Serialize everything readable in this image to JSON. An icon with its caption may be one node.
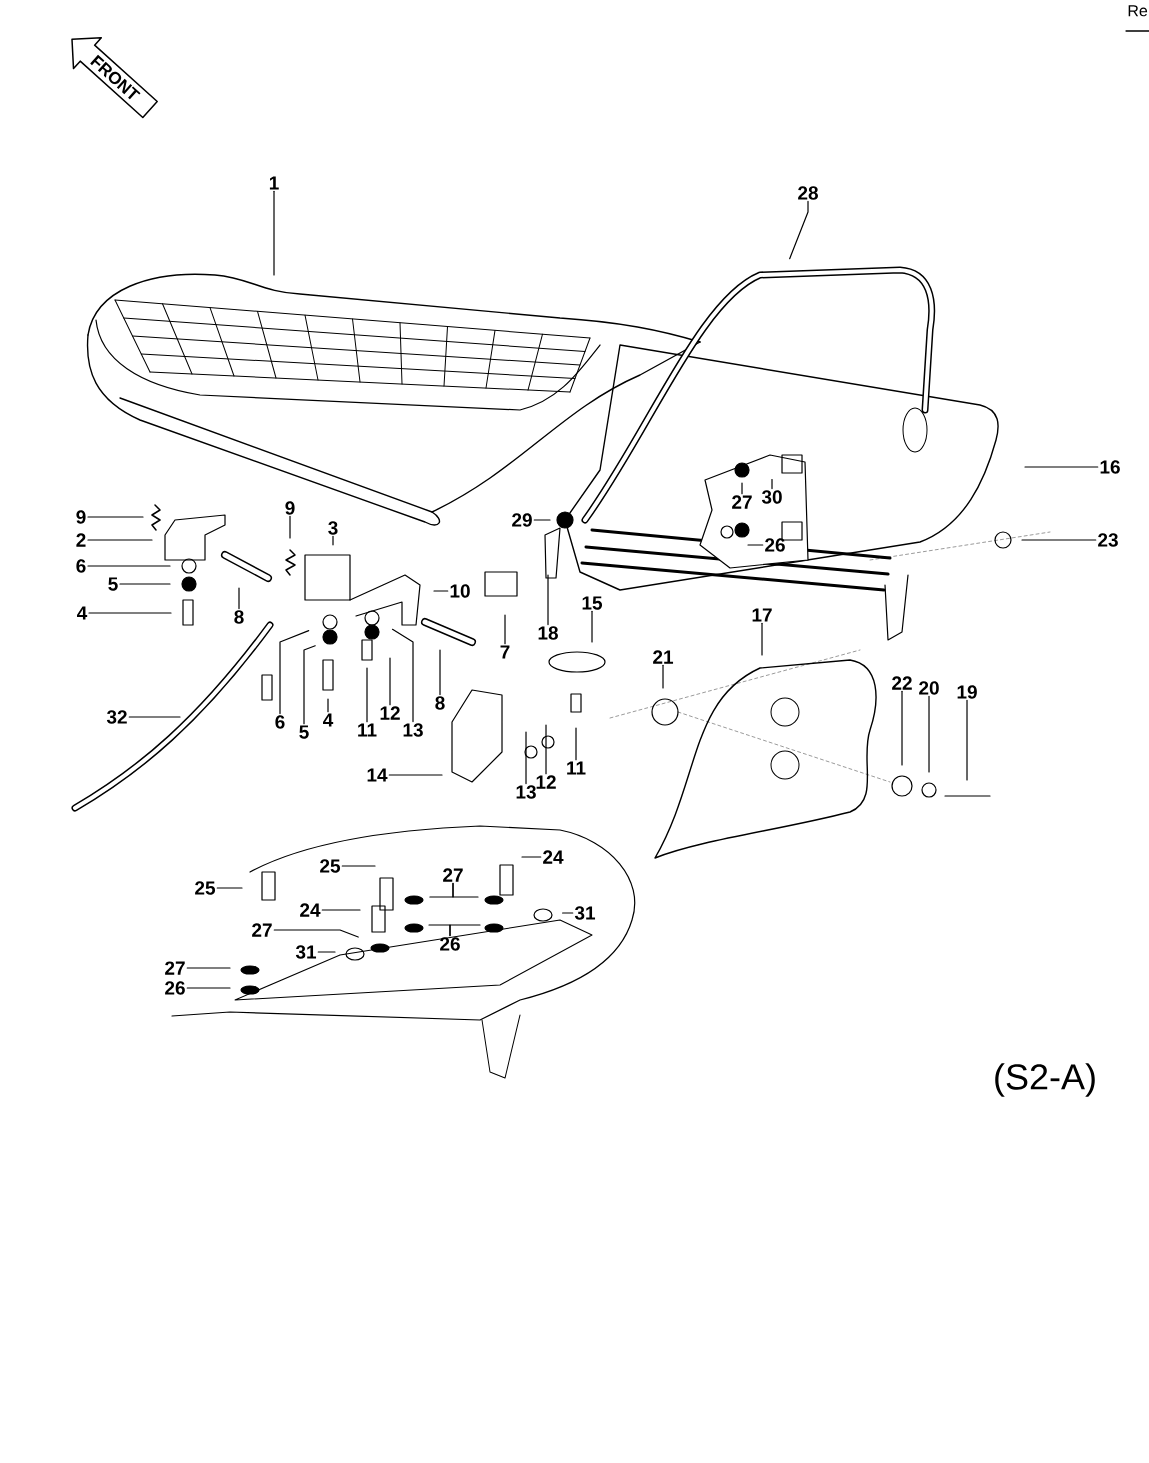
{
  "diagram": {
    "nodes": [
      {
        "text": [
          "1"
        ]
      },
      {
        "text": [
          "28"
        ]
      },
      {
        "text": [
          "16"
        ]
      },
      {
        "text": [
          "27"
        ]
      },
      {
        "text": [
          "30"
        ]
      },
      {
        "text": [
          "9"
        ]
      },
      {
        "text": [
          "9"
        ]
      },
      {
        "text": [
          "29"
        ]
      },
      {
        "text": [
          "3"
        ]
      },
      {
        "text": [
          "2"
        ]
      },
      {
        "text": [
          "23"
        ]
      },
      {
        "text": [
          "26"
        ]
      },
      {
        "text": [
          "6"
        ]
      },
      {
        "text": [
          "5"
        ]
      },
      {
        "text": [
          "10"
        ]
      },
      {
        "text": [
          "15"
        ]
      },
      {
        "text": [
          "4"
        ]
      },
      {
        "text": [
          "17"
        ]
      },
      {
        "text": [
          "8"
        ]
      },
      {
        "text": [
          "18"
        ]
      },
      {
        "text": [
          "7"
        ]
      },
      {
        "text": [
          "21"
        ]
      },
      {
        "text": [
          "22"
        ]
      },
      {
        "text": [
          "20"
        ]
      },
      {
        "text": [
          "19"
        ]
      },
      {
        "text": [
          "8"
        ]
      },
      {
        "text": [
          "12"
        ]
      },
      {
        "text": [
          "32"
        ]
      },
      {
        "text": [
          "4"
        ]
      },
      {
        "text": [
          "6"
        ]
      },
      {
        "text": [
          "11"
        ]
      },
      {
        "text": [
          "13"
        ]
      },
      {
        "text": [
          "5"
        ]
      },
      {
        "text": [
          "14"
        ]
      },
      {
        "text": [
          "11"
        ]
      },
      {
        "text": [
          "12"
        ]
      },
      {
        "text": [
          "13"
        ]
      },
      {
        "text": [
          "24"
        ]
      },
      {
        "text": [
          "25"
        ]
      },
      {
        "text": [
          "27"
        ]
      },
      {
        "text": [
          "24"
        ]
      },
      {
        "text": [
          "25"
        ]
      },
      {
        "text": [
          "31"
        ]
      },
      {
        "text": [
          "27"
        ]
      },
      {
        "text": [
          "31"
        ]
      },
      {
        "text": [
          "26"
        ]
      },
      {
        "text": [
          "27"
        ]
      },
      {
        "text": [
          "26"
        ]
      }
    ],
    "edges": [
      {
        "from": 0,
        "to": null,
        "arrow": "none"
      },
      {
        "from": 1,
        "to": null,
        "arrow": "none"
      },
      {
        "from": 2,
        "to": null,
        "arrow": "none"
      },
      {
        "from": 3,
        "to": null,
        "arrow": "none"
      },
      {
        "from": 4,
        "to": null,
        "arrow": "none"
      },
      {
        "from": 5,
        "to": null,
        "arrow": "none"
      },
      {
        "from": 6,
        "to": null,
        "arrow": "none"
      },
      {
        "from": 7,
        "to": null,
        "arrow": "none"
      },
      {
        "from": 8,
        "to": null,
        "arrow": "none"
      },
      {
        "from": 9,
        "to": null,
        "arrow": "none"
      },
      {
        "from": 10,
        "to": null,
        "arrow": "none"
      },
      {
        "from": 11,
        "to": null,
        "arrow": "none"
      },
      {
        "from": 12,
        "to": null,
        "arrow": "none"
      },
      {
        "from": 13,
        "to": null,
        "arrow": "none"
      },
      {
        "from": 14,
        "to": null,
        "arrow": "none"
      },
      {
        "from": 15,
        "to": null,
        "arrow": "none"
      },
      {
        "from": 16,
        "to": null,
        "arrow": "none"
      },
      {
        "from": 17,
        "to": null,
        "arrow": "none"
      },
      {
        "from": 18,
        "to": null,
        "arrow": "none"
      },
      {
        "from": 19,
        "to": null,
        "arrow": "none"
      },
      {
        "from": 20,
        "to": null,
        "arrow": "none"
      },
      {
        "from": 21,
        "to": null,
        "arrow": "none"
      },
      {
        "from": 22,
        "to": null,
        "arrow": "none"
      },
      {
        "from": 23,
        "to": null,
        "arrow": "none"
      },
      {
        "from": 24,
        "to": null,
        "arrow": "none"
      },
      {
        "from": 25,
        "to": null,
        "arrow": "none"
      },
      {
        "from": 26,
        "to": null,
        "arrow": "none"
      },
      {
        "from": 27,
        "to": null,
        "arrow": "none"
      },
      {
        "from": 28,
        "to": null,
        "arrow": "none"
      },
      {
        "from": 29,
        "to": null,
        "arrow": "none"
      },
      {
        "from": 30,
        "to": null,
        "arrow": "none"
      },
      {
        "from": 31,
        "to": null,
        "arrow": "none"
      },
      {
        "from": 32,
        "to": null,
        "arrow": "none"
      },
      {
        "from": 33,
        "to": null,
        "arrow": "none"
      },
      {
        "from": 34,
        "to": null,
        "arrow": "none"
      },
      {
        "from": 35,
        "to": null,
        "arrow": "none"
      },
      {
        "from": 36,
        "to": null,
        "arrow": "none"
      },
      {
        "from": 37,
        "to": null,
        "arrow": "none"
      },
      {
        "from": 38,
        "to": null,
        "arrow": "none"
      },
      {
        "from": 39,
        "to": null,
        "arrow": "none"
      },
      {
        "from": 39,
        "to": null,
        "arrow": "none"
      },
      {
        "from": 40,
        "to": null,
        "arrow": "none"
      },
      {
        "from": 41,
        "to": null,
        "arrow": "none"
      },
      {
        "from": 42,
        "to": null,
        "arrow": "none"
      },
      {
        "from": 43,
        "to": null,
        "arrow": "none"
      },
      {
        "from": 44,
        "to": null,
        "arrow": "none"
      },
      {
        "from": 45,
        "to": null,
        "arrow": "none"
      },
      {
        "from": 45,
        "to": null,
        "arrow": "none"
      },
      {
        "from": 46,
        "to": null,
        "arrow": "none"
      },
      {
        "from": 47,
        "to": null,
        "arrow": "none"
      }
    ],
    "labels": [
      "Re",
      "FRONT",
      "(S2-A)"
    ]
  }
}
